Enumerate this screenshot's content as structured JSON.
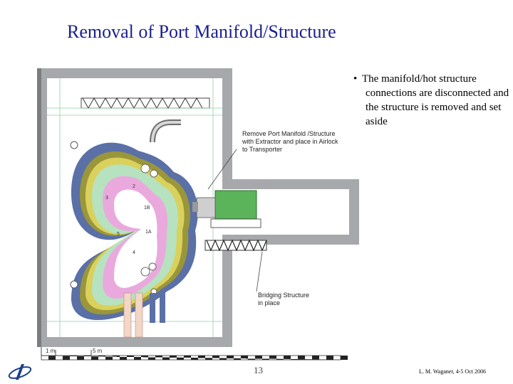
{
  "slide": {
    "title": "Removal of Port Manifold/Structure",
    "bullet_text": "The manifold/hot structure connections are disconnected and the structure  is removed and set aside",
    "page_number": "13",
    "credit": "L. M. Waganer, 4-5 Oct 2006"
  },
  "diagram": {
    "callout_remove": [
      "Remove Port Manifold /Structure",
      "with Extractor and place in Airlock",
      "to Transporter"
    ],
    "callout_bridging": [
      "Bridging Structure",
      "in place"
    ],
    "zone_labels": [
      "2",
      "3",
      "1B",
      "1A",
      "5",
      "4"
    ],
    "scale_labels": [
      "1 m",
      "5 m"
    ],
    "colors": {
      "wall": "#a7a8ab",
      "blanket_outer": "#5a70a6",
      "shield_yellow": "#d9d15c",
      "shield_olive": "#9a963a",
      "blanket_green": "#b6e2c0",
      "blanket_pink": "#e9a9dd",
      "manifold_green": "#5bb35a",
      "title_blue": "#1a1f8c"
    },
    "icons": [
      "company-logo-icon"
    ]
  }
}
